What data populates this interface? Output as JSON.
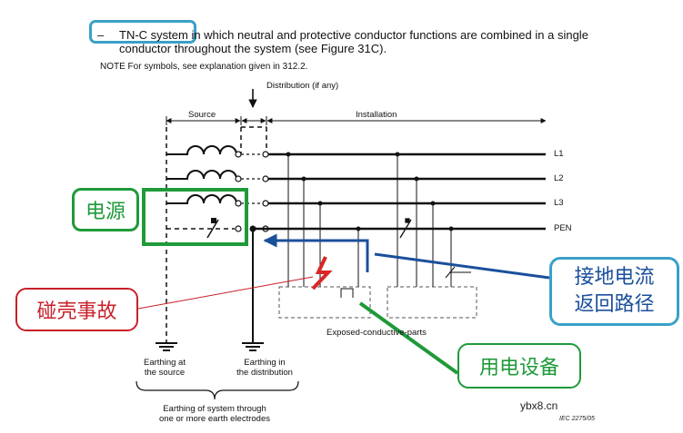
{
  "heading": {
    "dash": "–",
    "line1": "TN-C system in which neutral and protective conductor functions are combined in a single",
    "line2": "conductor throughout the system (see Figure 31C).",
    "note": "NOTE  For symbols, see explanation given in 312.2."
  },
  "sections": {
    "distribution": "Distribution (if any)",
    "source": "Source",
    "installation": "Installation"
  },
  "lines": {
    "l1": "L1",
    "l2": "L2",
    "l3": "L3",
    "pen": "PEN"
  },
  "labels": {
    "exposed_parts": "Exposed-conductive-parts",
    "earthing_source_1": "Earthing at",
    "earthing_source_2": "the source",
    "earthing_dist_1": "Earthing in",
    "earthing_dist_2": "the distribution",
    "earthing_system_1": "Earthing of system through",
    "earthing_system_2": "one or more earth electrodes",
    "watermark": "ybx8.cn",
    "figure_code": "IEC   2275/05"
  },
  "callouts": {
    "power_source": "电源",
    "fault_return": "接地电流\n返回路径",
    "shell_fault": "碰壳事故",
    "equipment": "用电设备"
  },
  "colors": {
    "blue": "#1a4f9c",
    "green": "#1f9a3a",
    "red": "#c8202a",
    "teal_border": "#3aa0c8"
  }
}
